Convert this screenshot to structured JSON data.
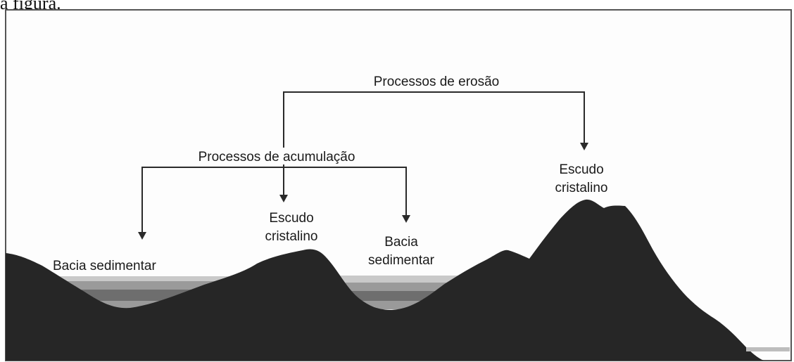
{
  "caption": "a figura.",
  "diagram": {
    "erosion_label": "Processos de erosão",
    "accumulation_label": "Processos de acumulação",
    "basin_left": "Bacia sedimentar",
    "shield_middle_line1": "Escudo",
    "shield_middle_line2": "cristalino",
    "basin_right_line1": "Bacia",
    "basin_right_line2": "sedimentar",
    "shield_right_line1": "Escudo",
    "shield_right_line2": "cristalino"
  },
  "colors": {
    "terrain": "#262626",
    "sediment_light": "#c9c9c9",
    "sediment_mid": "#9a9a9a",
    "sediment_dark": "#6e6e6e",
    "frame": "#555555"
  }
}
